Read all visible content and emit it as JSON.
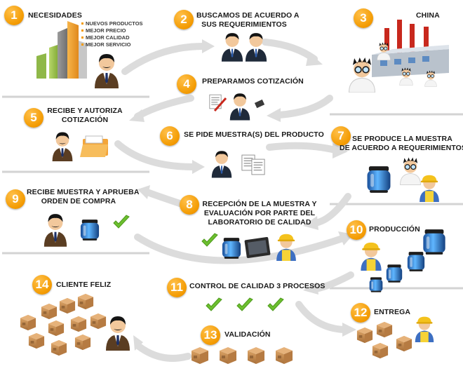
{
  "colors": {
    "badge": "#f39a00",
    "check": "#6cbf2f",
    "arrow": "#dcdcdc",
    "box": "#c8894a",
    "jar": "#2a7fd4"
  },
  "steps": [
    {
      "number": "1",
      "lines": [
        "NECESIDADES"
      ]
    },
    {
      "number": "2",
      "lines": [
        "BUSCAMOS DE ACUERDO A",
        "SUS REQUERIMIENTOS"
      ]
    },
    {
      "number": "3",
      "lines": [
        "CHINA"
      ]
    },
    {
      "number": "4",
      "lines": [
        "PREPARAMOS COTIZACIÓN"
      ]
    },
    {
      "number": "5",
      "lines": [
        "RECIBE Y AUTORIZA",
        "COTIZACIÓN"
      ]
    },
    {
      "number": "6",
      "lines": [
        "SE PIDE MUESTRA(S) DEL PRODUCTO"
      ]
    },
    {
      "number": "7",
      "lines": [
        "SE PRODUCE LA MUESTRA",
        "DE ACUERDO A REQUERIMIENTOS"
      ]
    },
    {
      "number": "8",
      "lines": [
        "RECEPCIÓN DE LA MUESTRA Y",
        "EVALUACIÓN POR PARTE DEL",
        "LABORATORIO DE CALIDAD"
      ]
    },
    {
      "number": "9",
      "lines": [
        "RECIBE MUESTRA Y APRUEBA",
        "ORDEN DE COMPRA"
      ]
    },
    {
      "number": "10",
      "lines": [
        "PRODUCCIÓN"
      ]
    },
    {
      "number": "11",
      "lines": [
        "CONTROL DE CALIDAD 3 PROCESOS"
      ]
    },
    {
      "number": "12",
      "lines": [
        "ENTREGA"
      ]
    },
    {
      "number": "13",
      "lines": [
        "VALIDACIÓN"
      ]
    },
    {
      "number": "14",
      "lines": [
        "CLIENTE FELIZ"
      ]
    }
  ],
  "needs": [
    "NUEVOS PRODUCTOS",
    "MEJOR PRECIO",
    "MEJOR CALIDAD",
    "MEJOR SERVICIO"
  ]
}
